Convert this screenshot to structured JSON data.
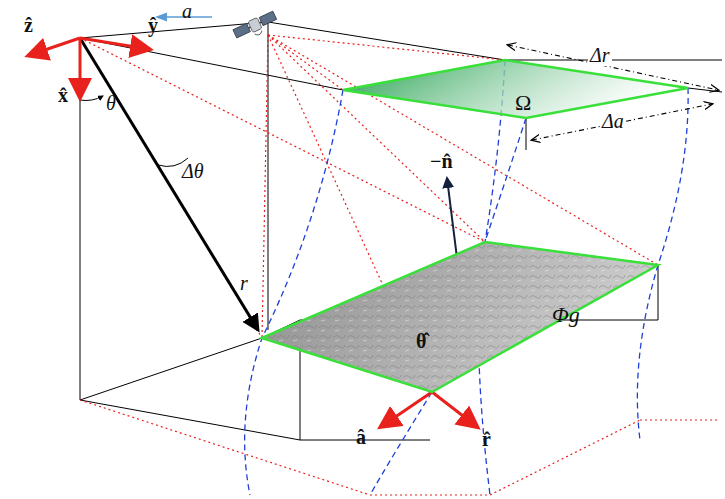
{
  "diagram": {
    "nodes": [
      {
        "text": [
          "Ω"
        ]
      },
      {
        "text": [
          "Φg"
        ]
      }
    ],
    "labels": [
      "ẑ",
      "ŷ",
      "x̂",
      "a",
      "θ",
      "Δθ",
      "r",
      "Δr",
      "Δa",
      "−n̂",
      "θ̂",
      "â",
      "r̂"
    ]
  }
}
